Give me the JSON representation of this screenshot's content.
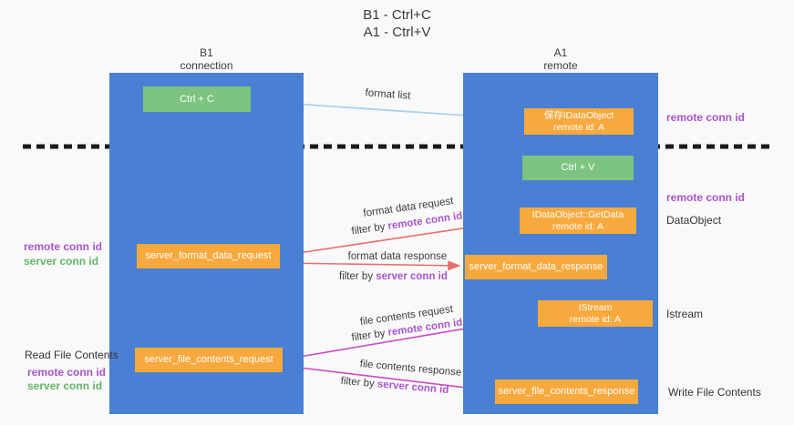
{
  "colors": {
    "column_blue": "#4a80d3",
    "box_green": "#7cc47f",
    "box_orange": "#f8a93e",
    "arrow_lightblue": "#a8d2ee",
    "arrow_red": "#ea6d6d",
    "arrow_magenta": "#cf49c5",
    "text_purple": "#a854cb",
    "text_green": "#63b667"
  },
  "title": {
    "line1": "B1 - Ctrl+C",
    "line2": "A1 - Ctrl+V"
  },
  "lanes": {
    "left": {
      "title": "B1",
      "subtitle": "connection"
    },
    "right": {
      "title": "A1",
      "subtitle": "remote"
    }
  },
  "boxes": {
    "ctrl_c": {
      "label": "Ctrl + C"
    },
    "ctrl_v": {
      "label": "Ctrl + V"
    },
    "store_dataobject": {
      "line1": "保存IDataObject",
      "line2": "remote id: A"
    },
    "getdata": {
      "line1": "IDataObject::GetData",
      "line2": "remote id: A"
    },
    "istream": {
      "line1": "IStream",
      "line2": "remote id: A"
    },
    "server_format_data_request": {
      "label": "server_format_data_request"
    },
    "server_format_data_response": {
      "label": "server_format_data_response"
    },
    "server_file_contents_request": {
      "label": "server_file_contents_request"
    },
    "server_file_contents_response": {
      "label": "server_file_contents_response"
    }
  },
  "flow_labels": {
    "format_list": "format list",
    "format_data_request": "format data request",
    "format_data_response": "format data response",
    "file_contents_request": "file contents request",
    "file_contents_response": "file contents response",
    "filter_by": "filter by ",
    "remote_conn_id": "remote conn id",
    "server_conn_id": "server conn id"
  },
  "side_labels": {
    "right_remote_1": "remote conn id",
    "right_remote_2": "remote conn id",
    "dataobject": "DataObject",
    "istream": "Istream",
    "write_file_contents": "Write File Contents",
    "read_file_contents": "Read File Contents",
    "left_remote_1": "remote conn id",
    "left_server_1": "server conn id",
    "left_remote_2": "remote conn id",
    "left_server_2": "server conn id"
  }
}
